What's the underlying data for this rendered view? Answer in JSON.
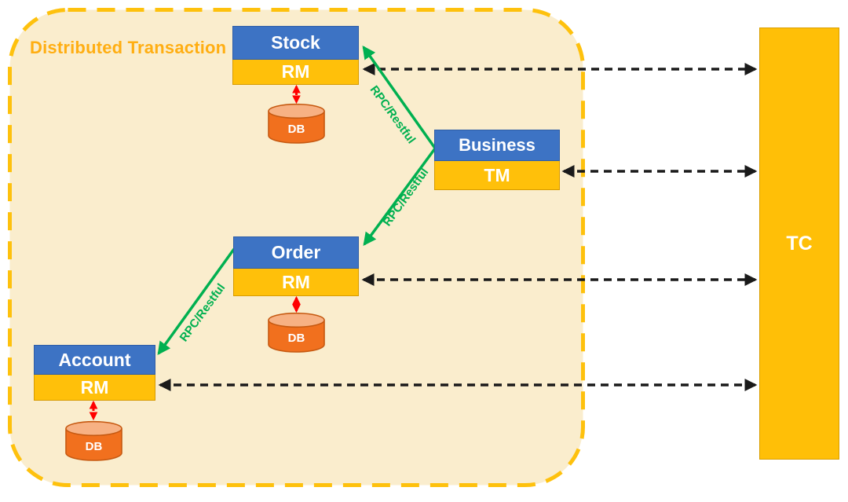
{
  "diagram": {
    "title": "Distributed Transaction",
    "tc": {
      "label": "TC"
    },
    "db_label": "DB",
    "rpc_label": "RPC/Restful",
    "services": [
      {
        "name": "Stock",
        "role": "RM"
      },
      {
        "name": "Business",
        "role": "TM"
      },
      {
        "name": "Order",
        "role": "RM"
      },
      {
        "name": "Account",
        "role": "RM"
      }
    ],
    "colors": {
      "service_header_blue": "#3D73C4",
      "resource_bar_gold": "#FFC00A",
      "tc_gold": "#FFBF07",
      "boundary_dash_gold": "#FEC10D",
      "boundary_fill_cream": "#FAEDCD",
      "title_orange": "#FFAE12",
      "rpc_green": "#00B050",
      "db_arrow_red": "#FF0000",
      "tc_arrow_black": "#1A1A1A",
      "db_cylinder_orange": "#F1701E"
    }
  }
}
